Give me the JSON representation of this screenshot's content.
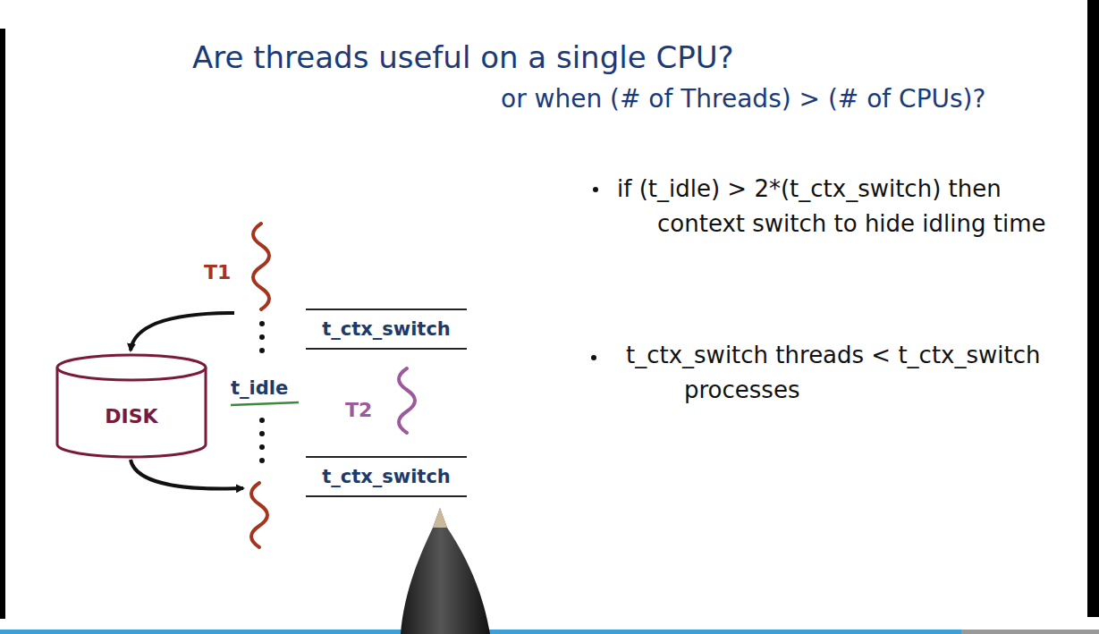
{
  "diagram": {
    "title": "Are threads useful on a single CPU?",
    "nodes": [
      {
        "text": [
          "t_ctx_switch"
        ]
      },
      {
        "text": [
          "DISK"
        ]
      },
      {
        "text": [
          "t_ctx_switch"
        ]
      }
    ],
    "labels": [
      "or when (# of Threads) > (# of CPUs)?",
      "T1",
      "t_idle",
      "T2",
      "if (t_idle) > 2*(t_ctx_switch) then context switch to hide idling time",
      "t_ctx_switch threads < t_ctx_switch processes"
    ]
  }
}
